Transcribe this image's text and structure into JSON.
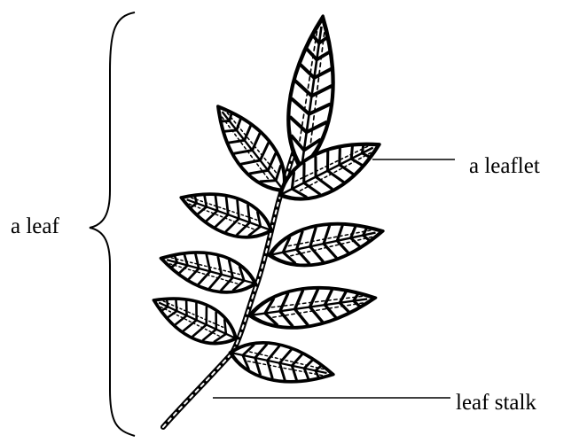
{
  "labels": {
    "leaf": "a leaf",
    "leaflet": "a leaflet",
    "leaf_stalk": "leaf stalk"
  },
  "colors": {
    "ink": "#000000",
    "background": "#ffffff"
  }
}
